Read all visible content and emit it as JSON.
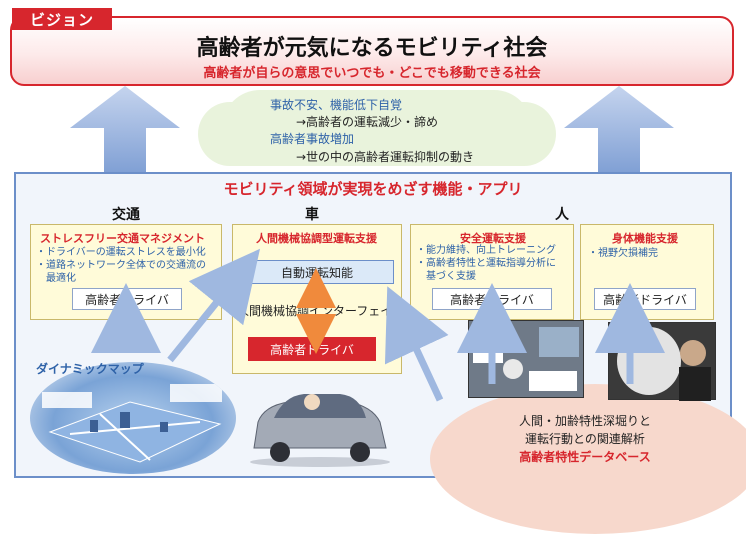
{
  "vision": {
    "tag": "ビジョン",
    "title": "高齢者が元気になるモビリティ社会",
    "subtitle": "高齢者が自らの意思でいつでも・どこでも移動できる社会"
  },
  "cloud": {
    "line1": "事故不安、機能低下自覚",
    "line2": "→高齢者の運転減少・諦め",
    "line3": "高齢者事故増加",
    "line4": "→世の中の高齢者運転抑制の動き"
  },
  "functions": {
    "title": "モビリティ領域が実現をめざす機能・アプリ",
    "columns": {
      "traffic": "交通",
      "car": "車",
      "person": "人"
    }
  },
  "panels": {
    "traffic": {
      "title": "ストレスフリー交通マネジメント",
      "bullets": [
        "・ドライバーの運転ストレスを最小化",
        "・道路ネットワーク全体での交通流の",
        "　最適化"
      ],
      "driver": "高齢者ドライバ"
    },
    "car": {
      "title": "人間機械協調型運転支援",
      "auto": "自動運転知能",
      "hmi": "人間機械協調インターフェイス",
      "driver": "高齢者ドライバ"
    },
    "safety": {
      "title": "安全運転支援",
      "bullets": [
        "・能力維持、向上トレーニング",
        "・高齢者特性と運転指導分析に",
        "　基づく支援"
      ],
      "driver": "高齢者ドライバ"
    },
    "body": {
      "title": "身体機能支援",
      "bullets": [
        "・視野欠損補完"
      ],
      "driver": "高齢者ドライバ"
    }
  },
  "map": {
    "label": "ダイナミックマップ"
  },
  "database": {
    "line1": "人間・加齢特性深堀りと",
    "line2": "運転行動との関連解析",
    "title": "高齢者特性データベース"
  },
  "colors": {
    "accent_red": "#d7262d",
    "blue": "#2e62a8",
    "arrow": "#9fb8e0"
  }
}
